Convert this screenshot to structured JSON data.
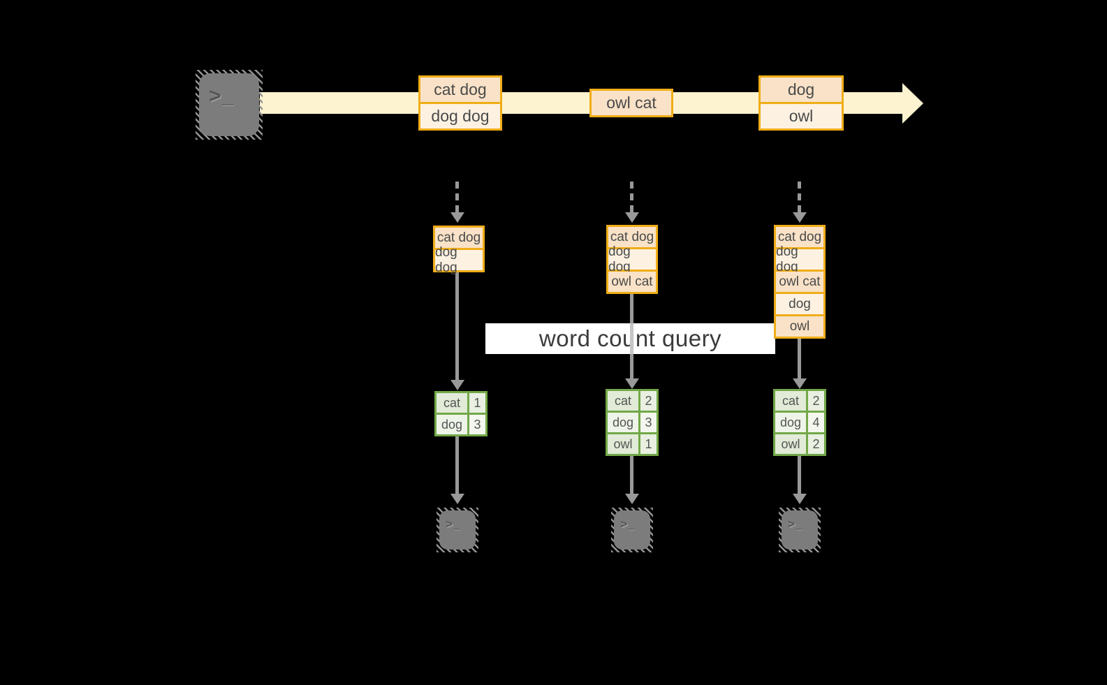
{
  "diagram": {
    "query_label": "word count query",
    "stream": {
      "batches": [
        {
          "rows": [
            "cat dog",
            "dog dog"
          ]
        },
        {
          "rows": [
            "owl cat"
          ]
        },
        {
          "rows": [
            "dog",
            "owl"
          ]
        }
      ]
    },
    "columns": [
      {
        "input_rows": [
          "cat dog",
          "dog dog"
        ],
        "result_rows": [
          {
            "word": "cat",
            "count": "1"
          },
          {
            "word": "dog",
            "count": "3"
          }
        ]
      },
      {
        "input_rows": [
          "cat dog",
          "dog dog",
          "owl cat"
        ],
        "result_rows": [
          {
            "word": "cat",
            "count": "2"
          },
          {
            "word": "dog",
            "count": "3"
          },
          {
            "word": "owl",
            "count": "1"
          }
        ]
      },
      {
        "input_rows": [
          "cat dog",
          "dog dog",
          "owl cat",
          "dog",
          "owl"
        ],
        "result_rows": [
          {
            "word": "cat",
            "count": "2"
          },
          {
            "word": "dog",
            "count": "4"
          },
          {
            "word": "owl",
            "count": "2"
          }
        ]
      }
    ],
    "icons": {
      "source": "terminal-icon",
      "sinks": [
        "terminal-icon",
        "terminal-icon",
        "terminal-icon"
      ],
      "prompt_glyph": ">_"
    },
    "colors": {
      "background": "#000000",
      "stream_band": "#fdf3d0",
      "orange_border": "#f0ad18",
      "orange_cell_dark": "#f9e2c7",
      "orange_cell_light": "#fdf2e2",
      "green_border": "#72a848",
      "green_cell_dark": "#e1ebd7",
      "green_cell_light": "#eff4e9",
      "arrow_gray": "#999999",
      "terminal_gray": "#7c7c7c",
      "label_bg": "#ffffff",
      "text": "#4d4d4d"
    }
  }
}
